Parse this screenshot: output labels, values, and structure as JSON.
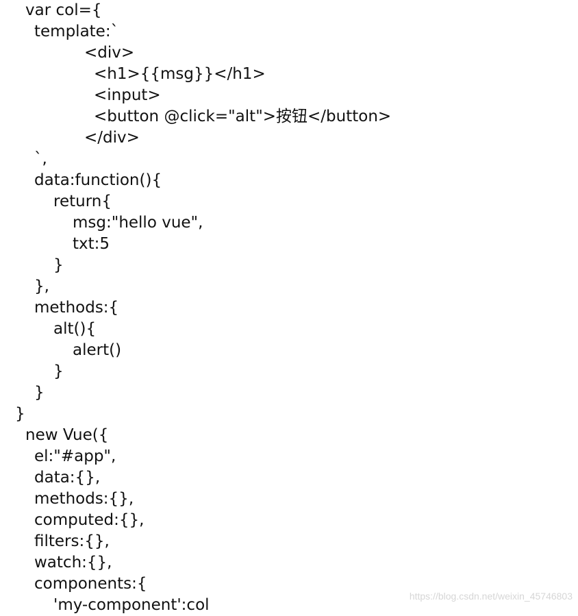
{
  "code_lines": [
    {
      "indent": 0,
      "text": "var col={"
    },
    {
      "indent": 1,
      "text": "template:`"
    },
    {
      "indent": 2,
      "text": "<div>"
    },
    {
      "indent": 3,
      "text": "<h1>{{msg}}</h1>"
    },
    {
      "indent": 3,
      "text": "<input>"
    },
    {
      "indent": 3,
      "text": "<button @click=\"alt\">按钮</button>"
    },
    {
      "indent": 2,
      "text": "</div>"
    },
    {
      "indent": 1,
      "text": "`,"
    },
    {
      "indent": 1,
      "text": "data:function(){"
    },
    {
      "indent": 4,
      "text": "return{"
    },
    {
      "indent": 5,
      "text": "msg:\"hello vue\","
    },
    {
      "indent": 5,
      "text": "txt:5"
    },
    {
      "indent": 4,
      "text": "}"
    },
    {
      "indent": 1,
      "text": "},"
    },
    {
      "indent": 1,
      "text": "methods:{"
    },
    {
      "indent": 4,
      "text": "alt(){"
    },
    {
      "indent": 5,
      "text": "alert()"
    },
    {
      "indent": 4,
      "text": "}"
    },
    {
      "indent": 1,
      "text": "}"
    },
    {
      "indent": 6,
      "text": "}"
    },
    {
      "indent": 0,
      "text": "new Vue({"
    },
    {
      "indent": 1,
      "text": "el:\"#app\","
    },
    {
      "indent": 1,
      "text": "data:{},"
    },
    {
      "indent": 1,
      "text": "methods:{},"
    },
    {
      "indent": 1,
      "text": "computed:{},"
    },
    {
      "indent": 1,
      "text": "filters:{},"
    },
    {
      "indent": 1,
      "text": "watch:{},"
    },
    {
      "indent": 1,
      "text": "components:{"
    },
    {
      "indent": 4,
      "text": "'my-component':col"
    }
  ],
  "watermark": "https://blog.csdn.net/weixin_45746803"
}
